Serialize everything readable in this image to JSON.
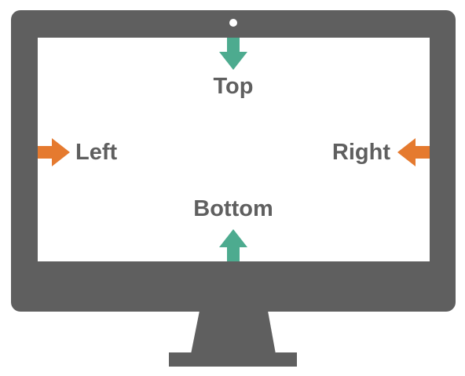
{
  "labels": {
    "top": "Top",
    "bottom": "Bottom",
    "left": "Left",
    "right": "Right"
  },
  "colors": {
    "monitor_body": "#5f5f5f",
    "screen": "#ffffff",
    "text": "#5f5f5f",
    "vertical_arrow": "#4dab8f",
    "horizontal_arrow": "#e57a2f"
  },
  "icons": {
    "camera": "webcam-dot",
    "top_arrow": "arrow-down",
    "bottom_arrow": "arrow-up",
    "left_arrow": "arrow-right",
    "right_arrow": "arrow-left"
  }
}
